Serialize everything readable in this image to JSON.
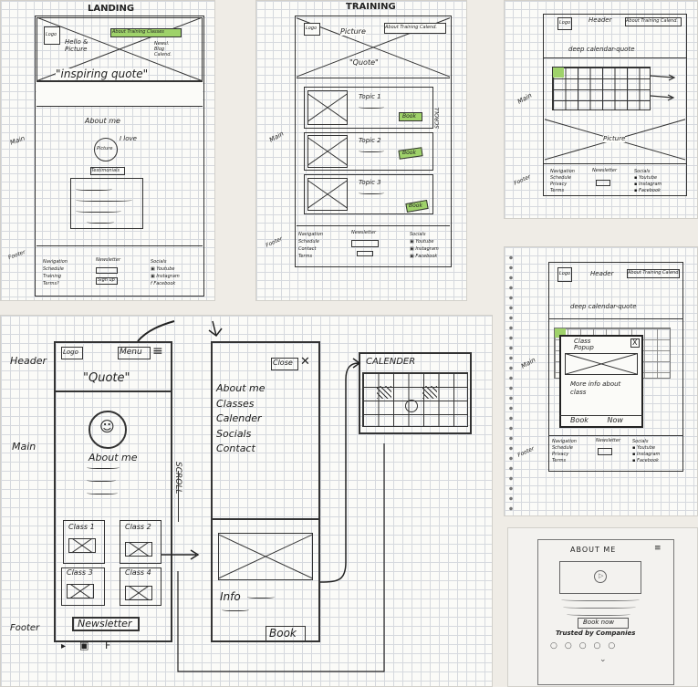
{
  "landing": {
    "title": "LANDING",
    "logo": "Logo",
    "nav_btn": "About Training Classes",
    "hero": "Hello & Picture",
    "side_menu": "Newsl. Blog Calend.",
    "quote": "\"inspiring quote\"",
    "about": "About me",
    "ilove": "I love",
    "picture": "Picture",
    "cta": "Testimonials",
    "section_main": "Main",
    "section_footer": "Footer",
    "footer_nav": [
      "Navigation",
      "Schedule",
      "Training",
      "Terms?"
    ],
    "newsletter": "Newsletter",
    "signup": "Sign up",
    "socials": [
      "Socials",
      "Youtube",
      "Instagram",
      "Facebook"
    ]
  },
  "training": {
    "title": "TRAINING",
    "logo": "Logo",
    "nav_btn": "About Training Calend.",
    "picture": "Picture",
    "quote": "\"Quote\"",
    "topics": [
      {
        "name": "Topic 1",
        "btn": "Book"
      },
      {
        "name": "Topic 2",
        "btn": "Book"
      },
      {
        "name": "Topic 3",
        "btn": "Book"
      }
    ],
    "scroll": "SCROLL",
    "section_main": "Main",
    "section_footer": "Footer",
    "footer_nav": [
      "Navigation",
      "Schedule",
      "Contact",
      "Terms"
    ],
    "newsletter": "Newsletter",
    "socials": [
      "Socials",
      "Youtube",
      "Instagram",
      "Facebook"
    ]
  },
  "calendar_page": {
    "logo": "Logo",
    "header": "Header",
    "nav_btn": "About Training Calend.",
    "caption": "deep calendar-quote",
    "picture": "Picture",
    "section_main": "Main",
    "section_footer": "Footer",
    "footer_nav": [
      "Navigation",
      "Schedule",
      "Privacy",
      "Terms"
    ],
    "newsletter": "Newsletter",
    "socials": [
      "Socials",
      "Youtube",
      "Instagram",
      "Facebook"
    ]
  },
  "popup_page": {
    "logo": "Logo",
    "header": "Header",
    "nav_btn": "About Training Calend.",
    "caption": "deep calendar-quote",
    "popup_title": "Class Popup",
    "popup_close": "X",
    "popup_text": "More info about class",
    "popup_btn": "Book Now",
    "section_main": "Main",
    "section_footer": "Footer",
    "footer_nav": [
      "Navigation",
      "Schedule",
      "Privacy",
      "Terms"
    ],
    "newsletter": "Newsletter",
    "socials": [
      "Socials",
      "Youtube",
      "Instagram",
      "Facebook"
    ]
  },
  "mobile": {
    "header_label": "Header",
    "main_label": "Main",
    "footer_label": "Footer",
    "logo": "Logo",
    "menu": "Menu",
    "quote": "\"Quote\"",
    "about": "About me",
    "classes": [
      "Class 1",
      "Class 2",
      "Class 3",
      "Class 4"
    ],
    "newsletter": "Newsletter",
    "scroll": "SCROLL",
    "menu_close": "Close",
    "menu_items": [
      "About me",
      "Classes",
      "Calender",
      "Socials",
      "Contact"
    ],
    "calendar_title": "CALENDER",
    "info": "Info",
    "book": "Book"
  },
  "about_mobile": {
    "title": "ABOUT ME",
    "book": "Book now",
    "trusted": "Trusted by Companies"
  }
}
